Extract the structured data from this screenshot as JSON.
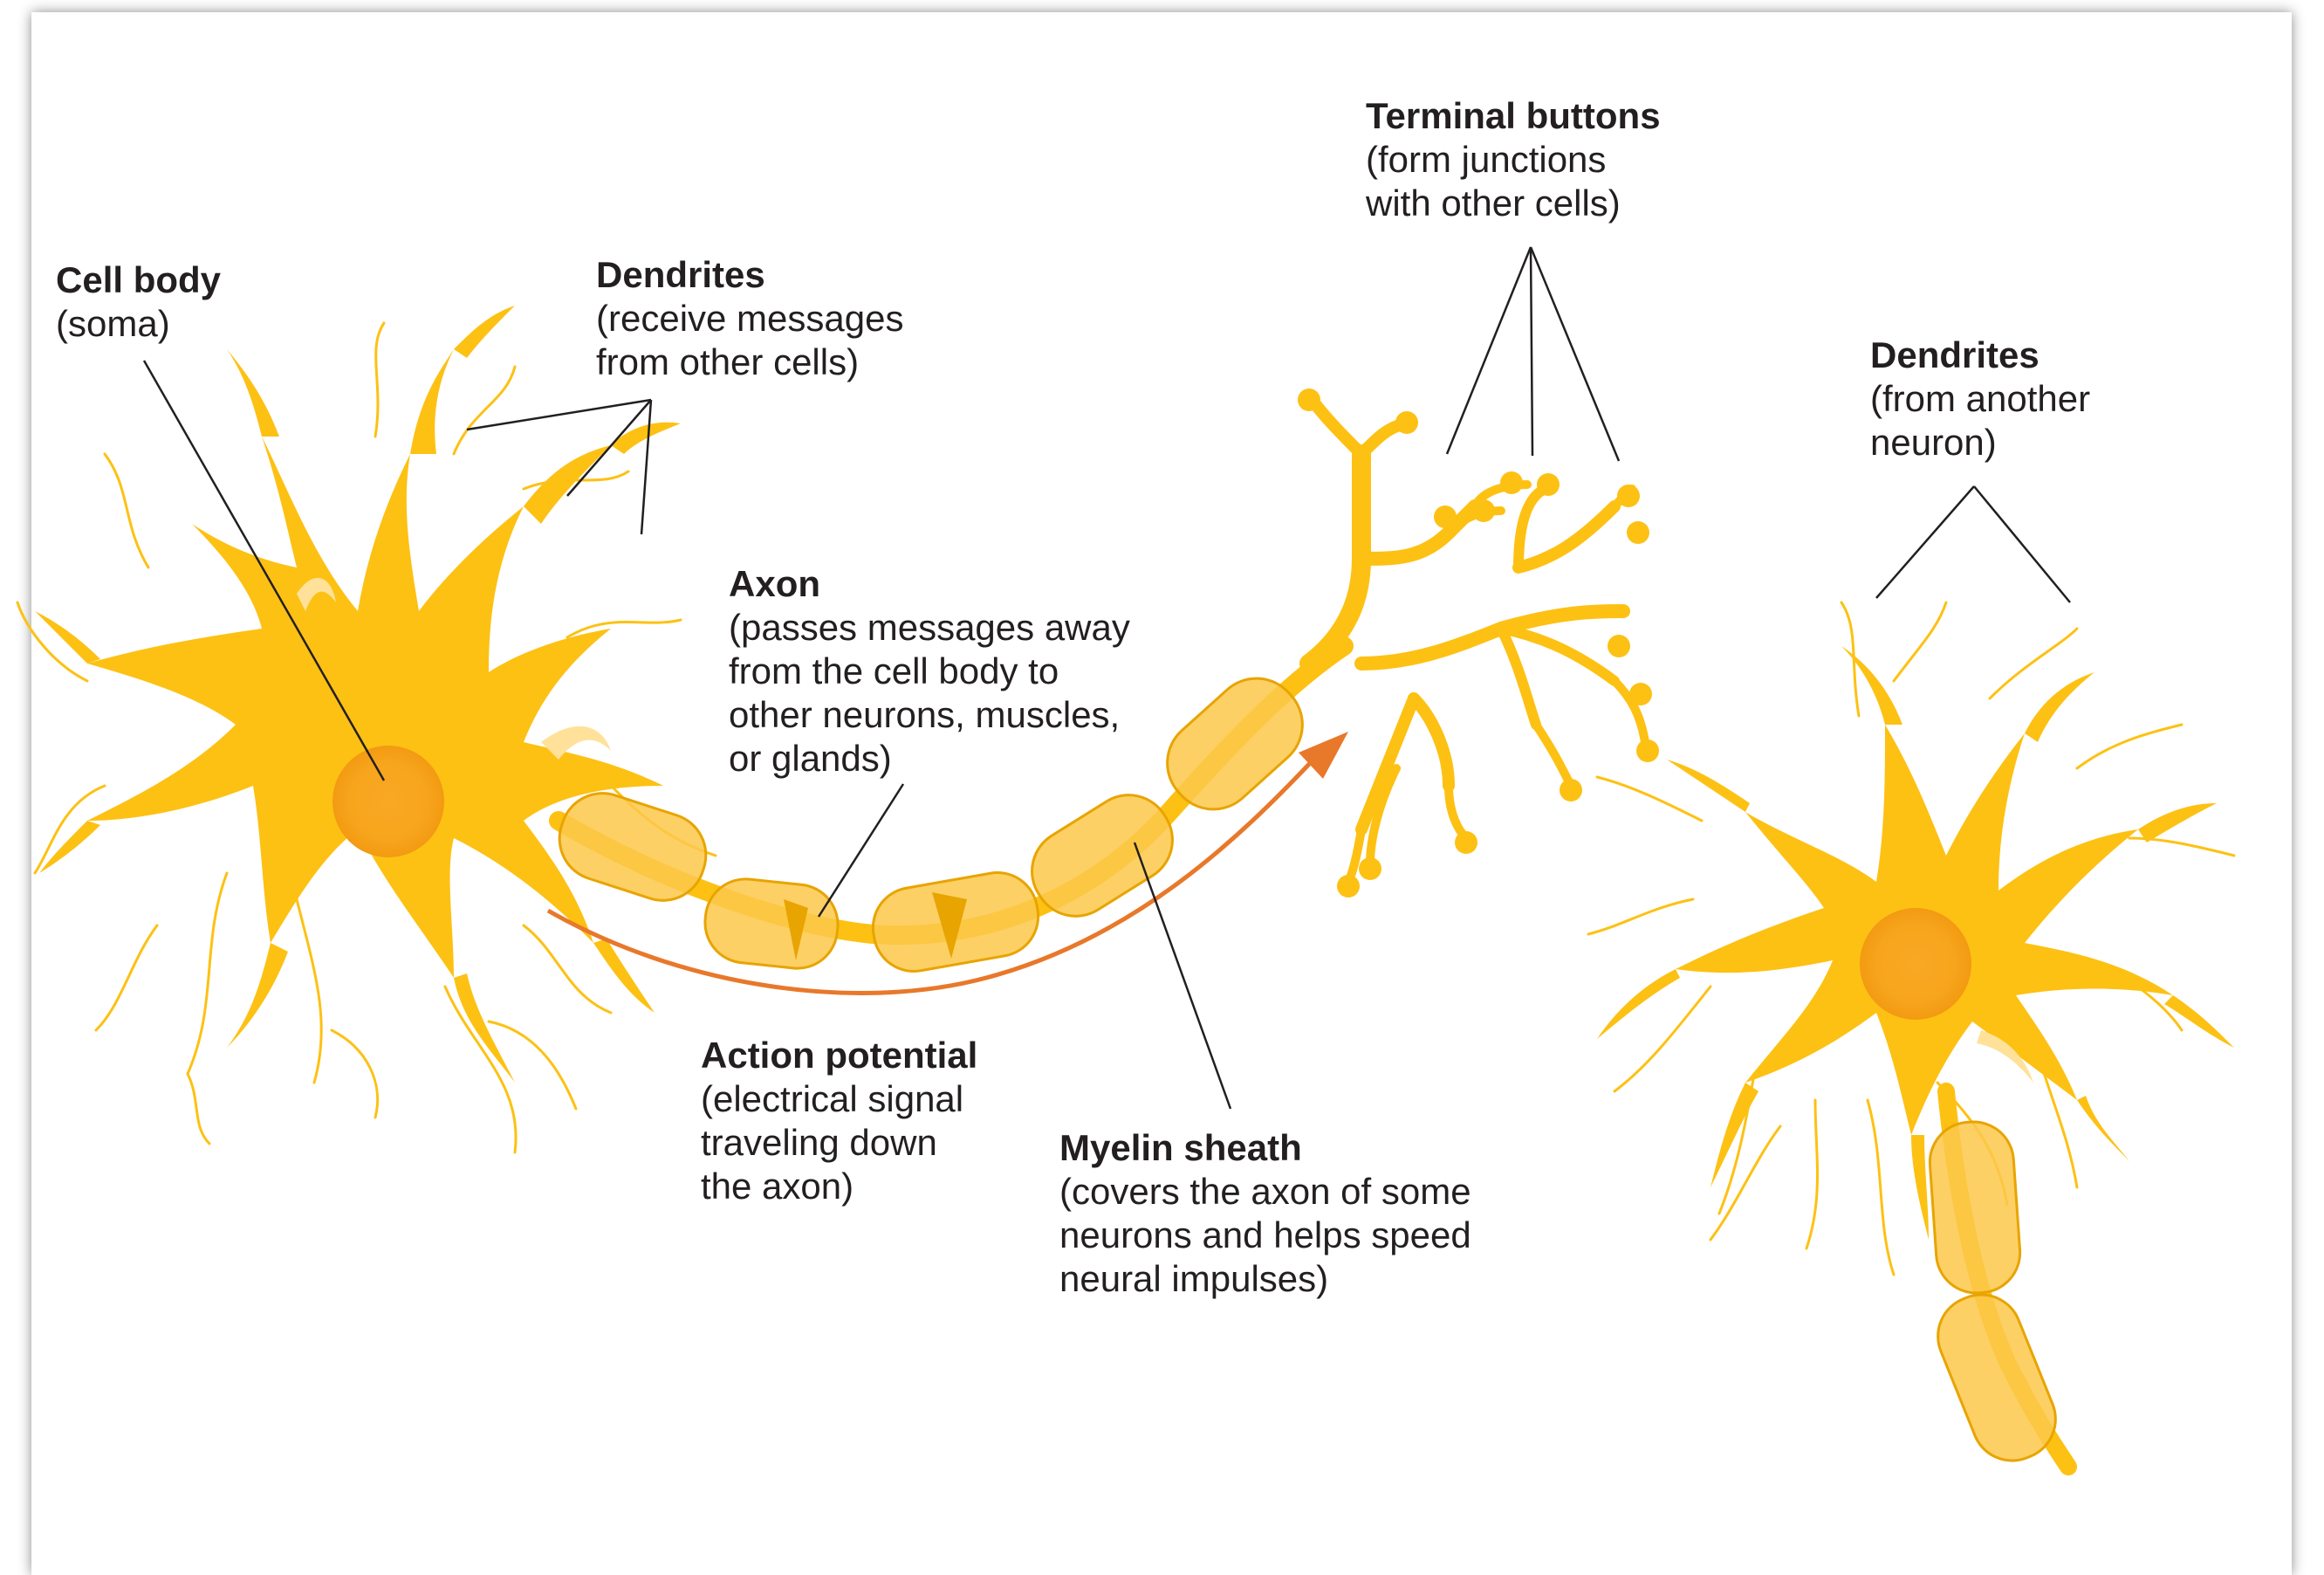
{
  "labels": {
    "cell_body": {
      "title": "Cell body",
      "lines": [
        "(soma)"
      ]
    },
    "dendrites_left": {
      "title": "Dendrites",
      "lines": [
        "(receive messages",
        "from other cells)"
      ]
    },
    "terminal_buttons": {
      "title": "Terminal buttons",
      "lines": [
        "(form junctions",
        "with other cells)"
      ]
    },
    "dendrites_right": {
      "title": "Dendrites",
      "lines": [
        "(from another",
        "neuron)"
      ]
    },
    "axon": {
      "title": "Axon",
      "lines": [
        "(passes messages away",
        "from the cell body to",
        "other neurons, muscles,",
        "or glands)"
      ]
    },
    "action_potential": {
      "title": "Action potential",
      "lines": [
        "(electrical signal",
        "traveling down",
        "the axon)"
      ]
    },
    "myelin_sheath": {
      "title": "Myelin sheath",
      "lines": [
        "(covers the axon of some",
        "neurons and helps speed",
        "neural impulses)"
      ]
    }
  },
  "colors": {
    "neuron_fill": "#fdc114",
    "neuron_light": "#ffd65a",
    "myelin_fill": "#fcc84a",
    "myelin_stroke": "#e8a400",
    "nucleus": "#f7a51c",
    "action_potential_arrow": "#e8782a",
    "leader_line": "#231f20"
  }
}
